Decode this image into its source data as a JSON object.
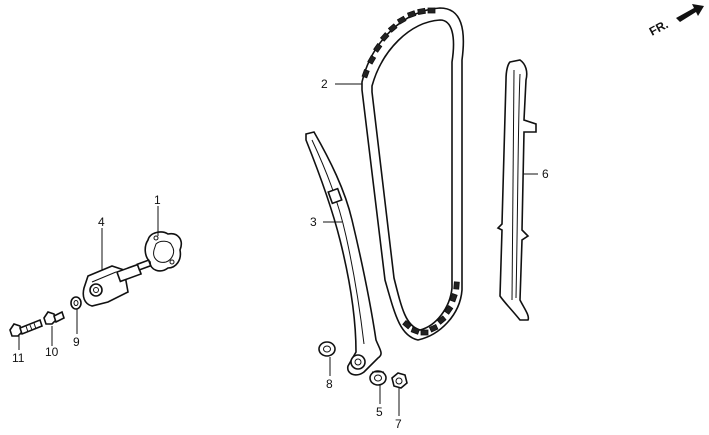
{
  "orientation": {
    "text": "FR."
  },
  "callouts": [
    {
      "id": "1",
      "text": "1"
    },
    {
      "id": "2",
      "text": "2"
    },
    {
      "id": "3",
      "text": "3"
    },
    {
      "id": "4",
      "text": "4"
    },
    {
      "id": "5",
      "text": "5"
    },
    {
      "id": "6",
      "text": "6"
    },
    {
      "id": "7",
      "text": "7"
    },
    {
      "id": "8",
      "text": "8"
    },
    {
      "id": "9",
      "text": "9"
    },
    {
      "id": "10",
      "text": "10"
    },
    {
      "id": "11",
      "text": "11"
    }
  ]
}
